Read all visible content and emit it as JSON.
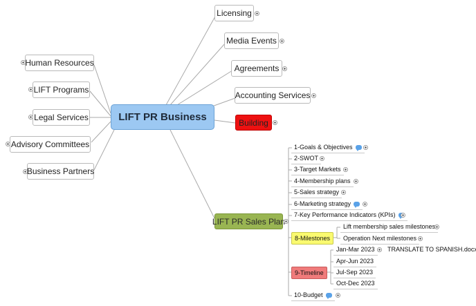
{
  "central": {
    "label": "LIFT PR Business"
  },
  "right_topics": {
    "licensing": "Licensing",
    "media_events": "Media Events",
    "agreements": "Agreements",
    "accounting": "Accounting Services",
    "building": "Building",
    "sales_plan": "LIFT PR Sales Plan"
  },
  "left_topics": {
    "human_resources": "Human Resources",
    "programs": "LIFT Programs",
    "legal": "Legal Services",
    "advisory": "Advisory Committees",
    "partners": "Business Partners"
  },
  "sales_plan_items": {
    "goals": "1-Goals & Objectives",
    "swot": "2-SWOT",
    "target": "3-Target Markets",
    "membership": "4-Membership plans",
    "sales_strategy": "5-Sales strategy",
    "marketing": "6-Marketing strategy",
    "kpis": "7-Key Performance Indicators (KPIs)",
    "milestones": "8-Milestones",
    "timeline": "9-Timeline",
    "budget": "10-Budget"
  },
  "milestones_children": {
    "lift_membership": "Lift membership sales milestones",
    "operation_next": "Operation Next milestones"
  },
  "timeline_children": {
    "jan_mar": "Jan-Mar 2023",
    "jan_mar_attachment": "TRANSLATE TO SPANISH.docx",
    "apr_jun": "Apr-Jun 2023",
    "jul_sep": "Jul-Sep 2023",
    "oct_dec": "Oct-Dec 2023"
  },
  "colors": {
    "central_fill": "#9cc8f2",
    "building_fill": "#ee1111",
    "sales_plan_fill": "#99b552",
    "milestones_fill": "#fafa70",
    "timeline_fill": "#f07b7b",
    "note_icon": "#5aa2e8"
  },
  "icons": [
    "expand-plus-icon",
    "note-icon",
    "attachment-icon"
  ]
}
